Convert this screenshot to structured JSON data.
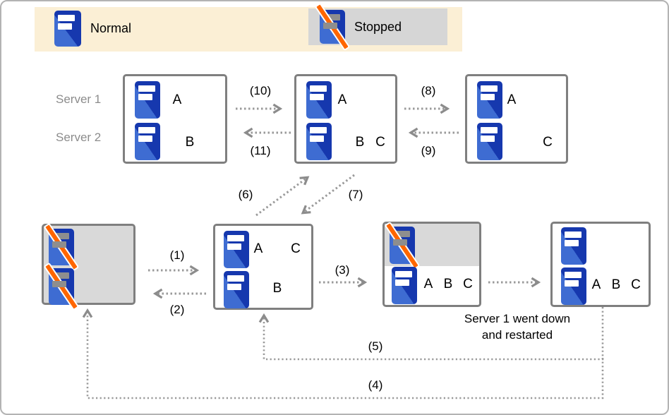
{
  "legend": {
    "normal_label": "Normal",
    "stopped_label": "Stopped"
  },
  "row_labels": {
    "server1": "Server 1",
    "server2": "Server 2"
  },
  "boxes": {
    "top1": {
      "app_a": "A",
      "app_b": "B"
    },
    "top2": {
      "app_a": "A",
      "app_b": "B",
      "app_c": "C"
    },
    "top3": {
      "app_a": "A",
      "app_c": "C"
    },
    "bottom2": {
      "app_a": "A",
      "app_c": "C",
      "app_b": "B"
    },
    "bottom3": {
      "app_a": "A",
      "app_b": "B",
      "app_c": "C"
    },
    "bottom4": {
      "app_a": "A",
      "app_b": "B",
      "app_c": "C"
    }
  },
  "transitions": {
    "t1": "(1)",
    "t2": "(2)",
    "t3": "(3)",
    "t4": "(4)",
    "t5": "(5)",
    "t6": "(6)",
    "t7": "(7)",
    "t8": "(8)",
    "t9": "(9)",
    "t10": "(10)",
    "t11": "(11)"
  },
  "annotation": {
    "line1": "Server 1 went down",
    "line2": "and restarted"
  },
  "icons": {
    "normal": "server-normal-icon",
    "stopped": "server-stopped-icon"
  },
  "colors": {
    "server_blue_dark": "#1638AE",
    "server_blue_light": "#3E6CD2",
    "stopped_slash_orange": "#FF6600",
    "legend_background": "#FBEFD5",
    "stopped_gray": "#D6D6D6",
    "box_gray_fill": "#D9D9D9",
    "box_border_gray": "#7F7F7F",
    "arrow_gray": "#9A9A9A",
    "row_label_gray": "#8C8C8C"
  }
}
